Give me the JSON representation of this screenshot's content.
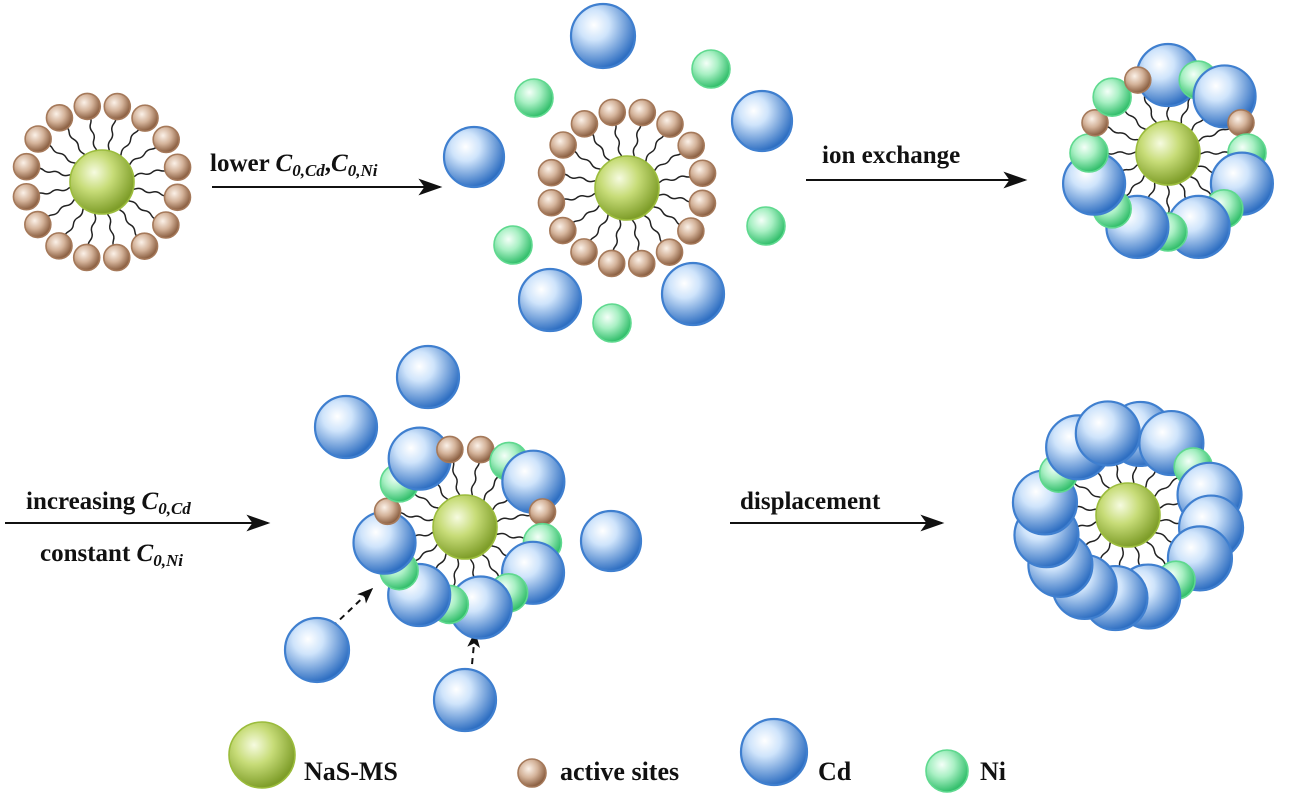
{
  "steps": {
    "step1": {
      "word": "lower",
      "var1": "C",
      "sub1": "0,Cd",
      "sep": ",",
      "var2": "C",
      "sub2": "0,Ni"
    },
    "step2": {
      "text": "ion exchange"
    },
    "step3": {
      "word1": "increasing",
      "var1": "C",
      "sub1": "0,Cd",
      "word2": "constant",
      "var2": "C",
      "sub2": "0,Ni"
    },
    "step4": {
      "text": "displacement"
    }
  },
  "legend": {
    "core": "NaS-MS",
    "site": "active sites",
    "cd": "Cd",
    "ni": "Ni"
  },
  "colors": {
    "core": "#9bbc3c",
    "site": "#a5795a",
    "cd": "#3f7fcf",
    "ni": "#5fd98f"
  }
}
